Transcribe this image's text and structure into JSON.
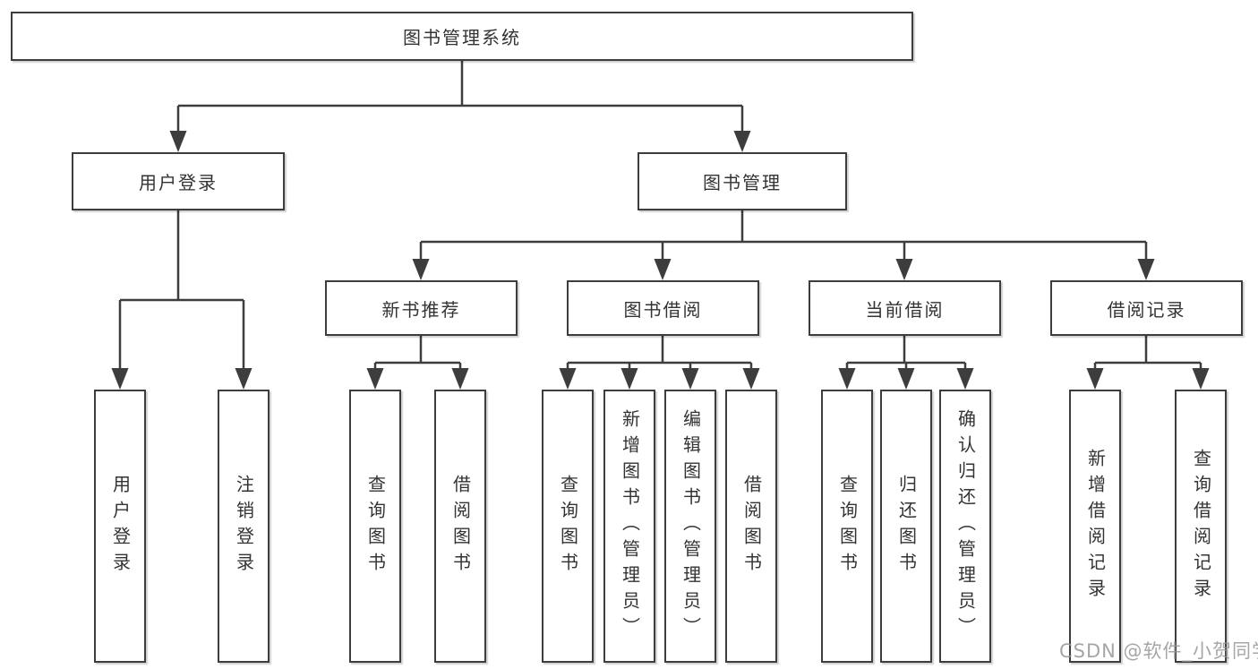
{
  "diagram": {
    "title_node": {
      "label": "图书管理系统"
    },
    "level2": {
      "user_login": {
        "label": "用户登录"
      },
      "book_management": {
        "label": "图书管理"
      }
    },
    "level3": {
      "new_book_recommend": {
        "label": "新书推荐"
      },
      "book_borrow": {
        "label": "图书借阅"
      },
      "current_borrow": {
        "label": "当前借阅"
      },
      "borrow_records": {
        "label": "借阅记录"
      }
    },
    "leaves": {
      "user_login": [
        "用户登录",
        "注销登录"
      ],
      "new_book_recommend": [
        "查询图书",
        "借阅图书"
      ],
      "book_borrow": [
        "查询图书",
        "新增图书（管理员）",
        "编辑图书（管理员）",
        "借阅图书"
      ],
      "current_borrow": [
        "查询图书",
        "归还图书",
        "确认归还（管理员）"
      ],
      "borrow_records": [
        "新增借阅记录",
        "查询借阅记录"
      ]
    },
    "watermark": "CSDN @软件_小贺同学",
    "colors": {
      "line": "#3d3d3d",
      "text": "#333333",
      "background": "#ffffff",
      "watermark": "#969696"
    }
  }
}
